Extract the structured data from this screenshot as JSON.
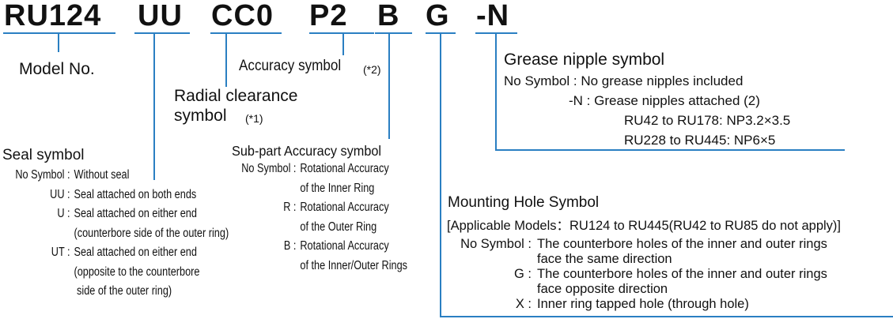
{
  "codes": [
    "RU124",
    "UU",
    "CC0",
    "P2",
    "B",
    "G",
    "-N"
  ],
  "model_no": {
    "label": "Model No."
  },
  "accuracy": {
    "label": "Accuracy symbol",
    "note": "(*2)"
  },
  "radial": {
    "line1": "Radial clearance",
    "line2": "symbol",
    "note": "(*1)"
  },
  "seal": {
    "title": "Seal symbol",
    "rows": [
      {
        "key": "No Symbol :",
        "lines": [
          "Without seal"
        ]
      },
      {
        "key": "UU :",
        "lines": [
          "Seal attached on both ends"
        ]
      },
      {
        "key": "U :",
        "lines": [
          "Seal attached on either end",
          "(counterbore side of the outer ring)"
        ]
      },
      {
        "key": "UT :",
        "lines": [
          "Seal attached on either end",
          "(opposite to the counterbore",
          " side of the outer ring)"
        ]
      }
    ]
  },
  "subpart": {
    "title": "Sub-part Accuracy symbol",
    "rows": [
      {
        "key": "No Symbol :",
        "lines": [
          "Rotational Accuracy",
          "of the Inner Ring"
        ]
      },
      {
        "key": "R :",
        "lines": [
          "Rotational Accuracy",
          "of the Outer Ring"
        ]
      },
      {
        "key": "B :",
        "lines": [
          "Rotational Accuracy",
          "of the Inner/Outer Rings"
        ]
      }
    ]
  },
  "grease": {
    "title": "Grease nipple symbol",
    "no_symbol_key": "No Symbol :",
    "no_symbol_val": "No grease nipples included",
    "n_key": "-N :",
    "n_val": "Grease nipples attached (2)",
    "sizes": [
      "RU42 to RU178: NP3.2×3.5",
      "RU228 to RU445: NP6×5"
    ]
  },
  "mounting": {
    "title": "Mounting Hole Symbol",
    "applicable": "[Applicable Models：RU124 to RU445(RU42 to RU85 do not apply)]",
    "rows": [
      {
        "key": "No Symbol :",
        "lines": [
          "The counterbore holes of the inner and outer rings",
          "face the same direction"
        ]
      },
      {
        "key": "G :",
        "lines": [
          "The counterbore holes of the inner and outer rings",
          "face opposite direction"
        ]
      },
      {
        "key": "X :",
        "lines": [
          "Inner ring tapped hole (through hole)"
        ]
      }
    ]
  },
  "colors": {
    "line": "#2a7fc2",
    "text": "#111111"
  }
}
